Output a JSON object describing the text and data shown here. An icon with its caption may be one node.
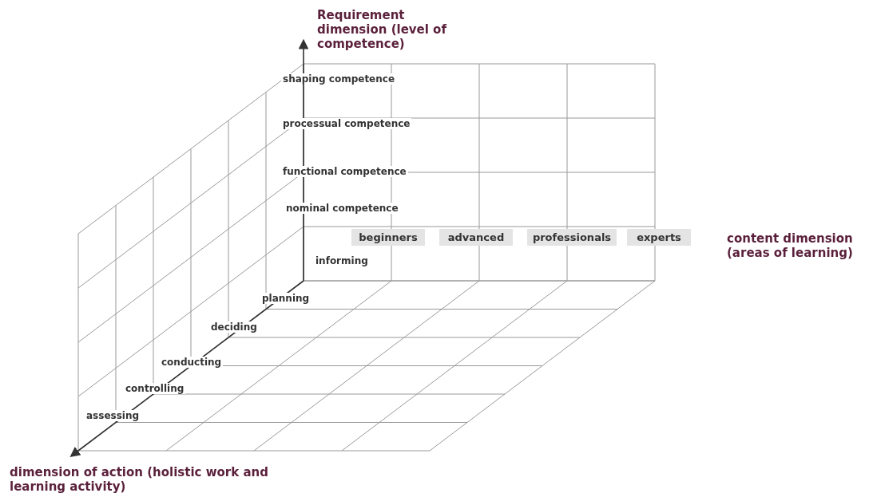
{
  "diagram": {
    "nodes": [
      {
        "text": [
          "beginners"
        ]
      },
      {
        "text": [
          "advanced"
        ]
      },
      {
        "text": [
          "professionals"
        ]
      },
      {
        "text": [
          "experts"
        ]
      }
    ],
    "labels": [
      "Requirement dimension (level of competence)",
      "shaping competence",
      "processual competence",
      "functional competence",
      "nominal competence",
      "content dimension (areas of learning)",
      "informing",
      "planning",
      "deciding",
      "conducting",
      "controlling",
      "assessing",
      "dimension of action (holistic work and learning activity)"
    ]
  }
}
